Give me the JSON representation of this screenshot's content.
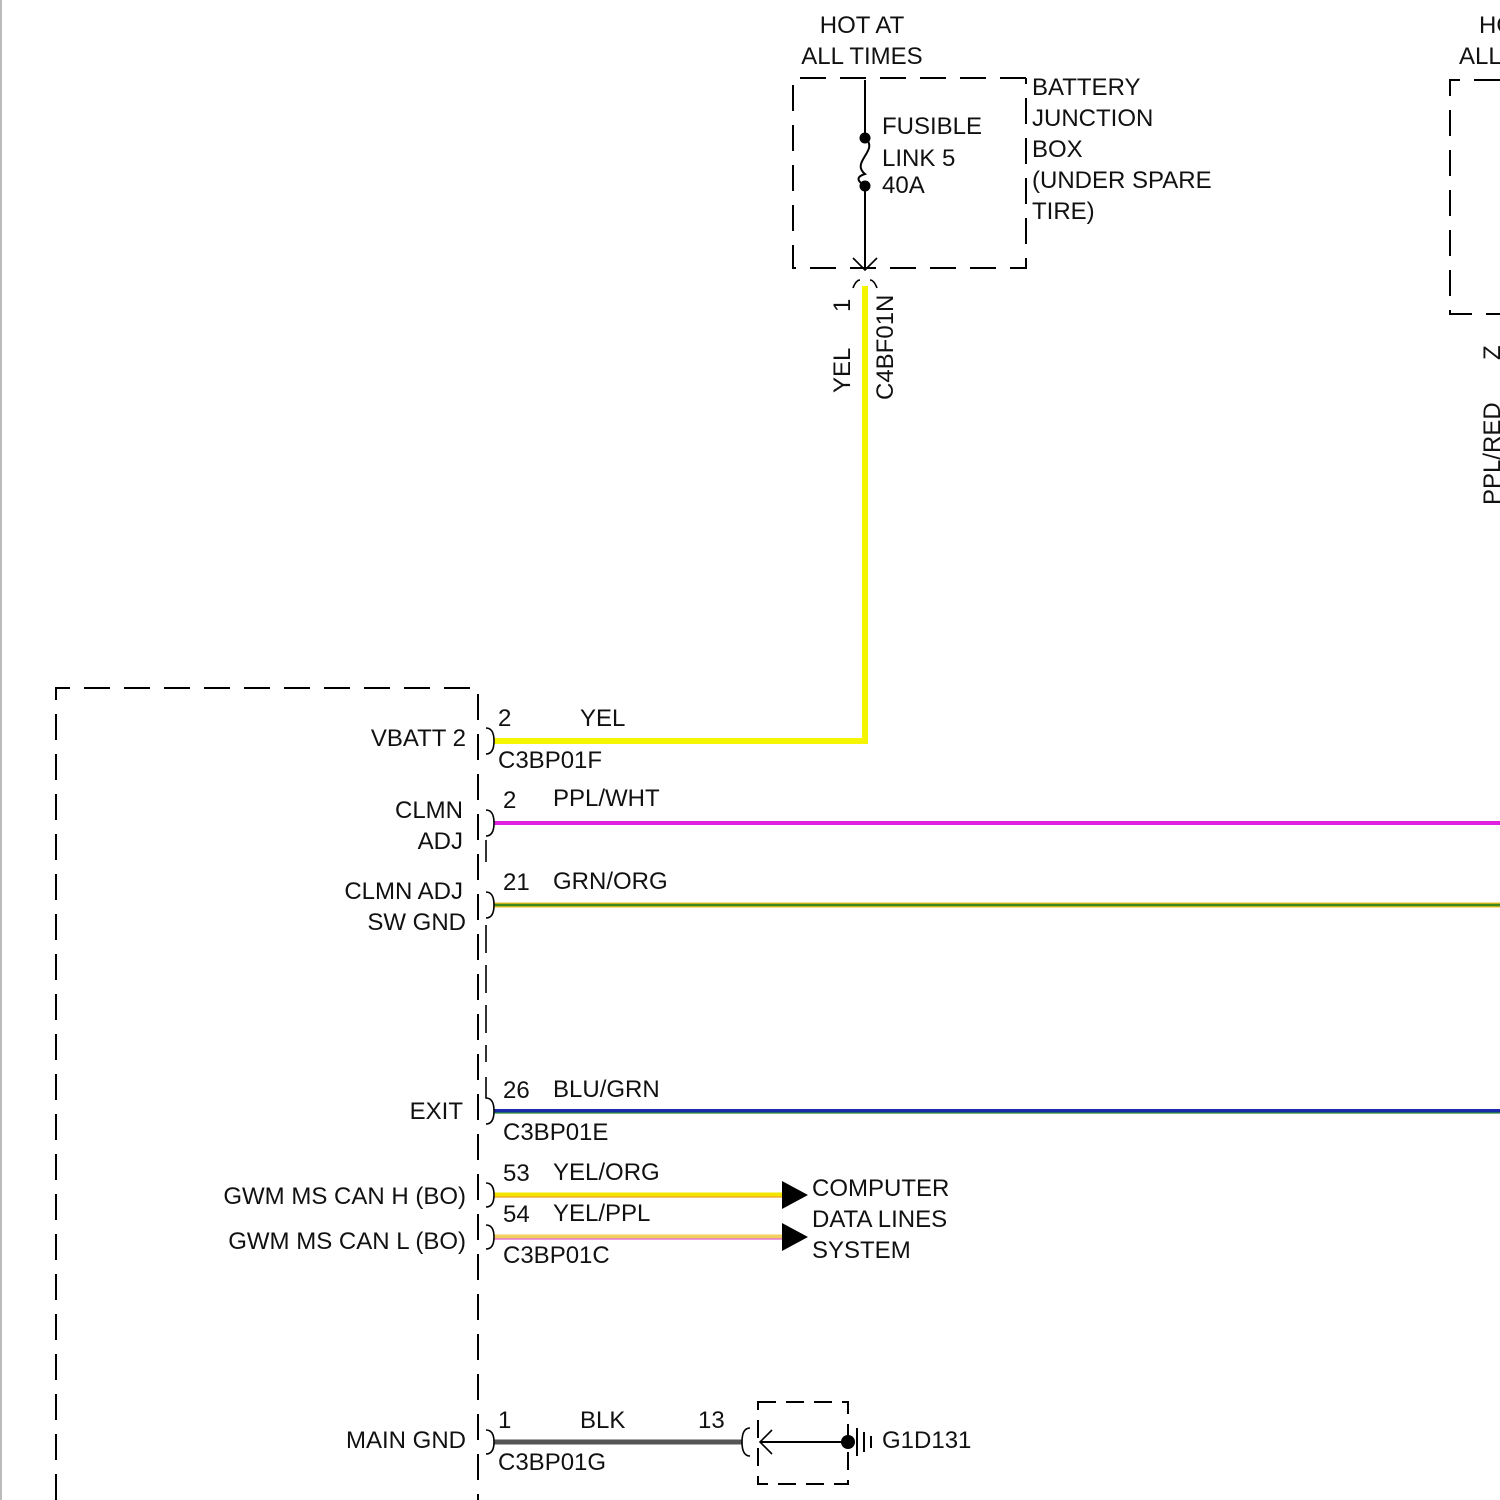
{
  "battery_box": {
    "hot_line1": "HOT AT",
    "hot_line2": "ALL TIMES",
    "fuse_line1": "FUSIBLE",
    "fuse_line2": "LINK 5",
    "fuse_line3": "40A",
    "box_line1": "BATTERY",
    "box_line2": "JUNCTION",
    "box_line3": "BOX",
    "box_line4": "(UNDER SPARE",
    "box_line5": "TIRE)"
  },
  "right_partial": {
    "hot_line1": "HO",
    "hot_line2": "ALL",
    "pin": "Z",
    "color": "PPL/RED"
  },
  "riser": {
    "pin": "1",
    "color": "YEL",
    "connector": "C4BF01N"
  },
  "module_pins": [
    {
      "label": "VBATT 2",
      "pin": "2",
      "color": "YEL",
      "connector": "C3BP01F",
      "wire_hex": "#f5f500"
    },
    {
      "label_line1": "CLMN",
      "label_line2": "ADJ",
      "pin": "2",
      "color": "PPL/WHT",
      "wire_hex": "#e020e0"
    },
    {
      "label_line1": "CLMN ADJ",
      "label_line2": "SW GND",
      "pin": "21",
      "color": "GRN/ORG",
      "wire_hex": "#3a8a1e"
    },
    {
      "label": "EXIT",
      "pin": "26",
      "color": "BLU/GRN",
      "connector": "C3BP01E",
      "wire_hex": "#1a2aa8"
    },
    {
      "label": "GWM MS CAN H (BO)",
      "pin": "53",
      "color": "YEL/ORG",
      "wire_hex": "#f2e600"
    },
    {
      "label": "GWM MS CAN L (BO)",
      "pin": "54",
      "color": "YEL/PPL",
      "connector": "C3BP01C",
      "wire_hex": "#f0d060"
    },
    {
      "label": "MAIN GND",
      "pin": "1",
      "color": "BLK",
      "connector": "C3BP01G",
      "wire_hex": "#555555"
    }
  ],
  "data_lines": {
    "line1": "COMPUTER",
    "line2": "DATA LINES",
    "line3": "SYSTEM"
  },
  "ground": {
    "pin": "13",
    "name": "G1D131"
  }
}
